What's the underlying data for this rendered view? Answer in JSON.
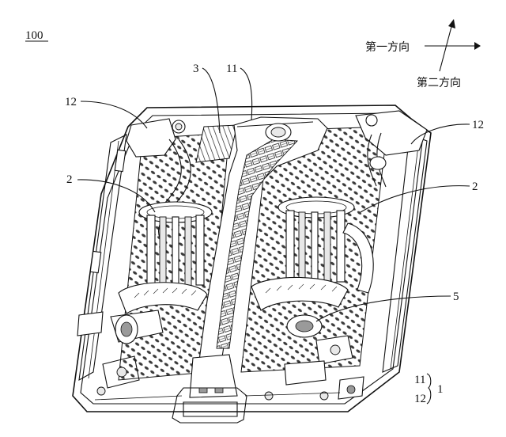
{
  "figure_label": "100",
  "direction_1": "第一方向",
  "direction_2": "第二方向",
  "callouts": {
    "c3": "3",
    "c11_top": "11",
    "c12_left": "12",
    "c12_right": "12",
    "c2_left": "2",
    "c2_right": "2",
    "c5": "5"
  },
  "legend": {
    "item_11": "11",
    "item_12": "12",
    "group": "1"
  }
}
